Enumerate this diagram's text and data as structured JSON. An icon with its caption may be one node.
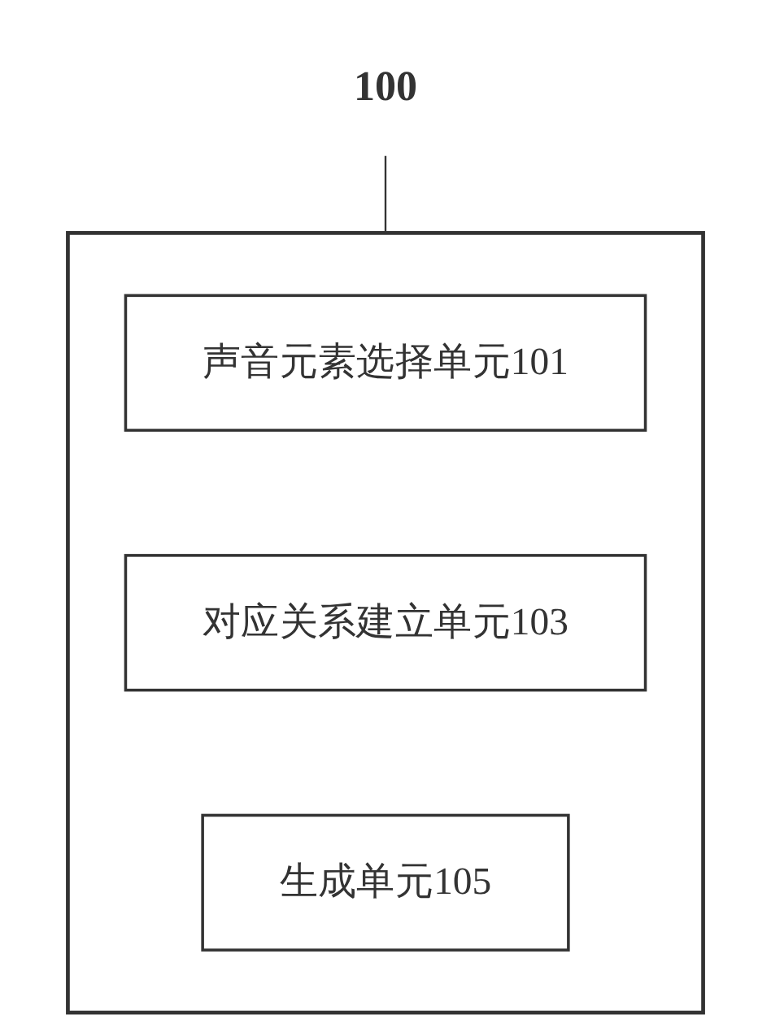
{
  "diagram": {
    "nodes": [
      {
        "text": [
          "100"
        ]
      },
      {
        "text": [],
        "shape": "box"
      },
      {
        "text": [
          "声音元素选择单元101"
        ],
        "in": 1
      },
      {
        "text": [
          "对应关系建立单元103"
        ],
        "in": 1
      },
      {
        "text": [
          "生成单元105"
        ],
        "in": 1
      }
    ],
    "edges": [
      {
        "from": 0,
        "to": 1,
        "arrow": "none"
      }
    ]
  }
}
